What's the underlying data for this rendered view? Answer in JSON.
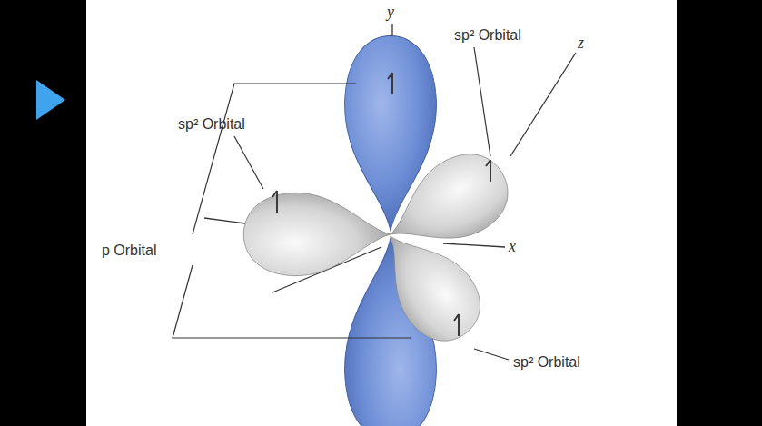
{
  "diagram": {
    "labels": [
      "y",
      "sp² Orbital",
      "z",
      "sp² Orbital",
      "p Orbital",
      "x",
      "sp² Orbital"
    ]
  }
}
